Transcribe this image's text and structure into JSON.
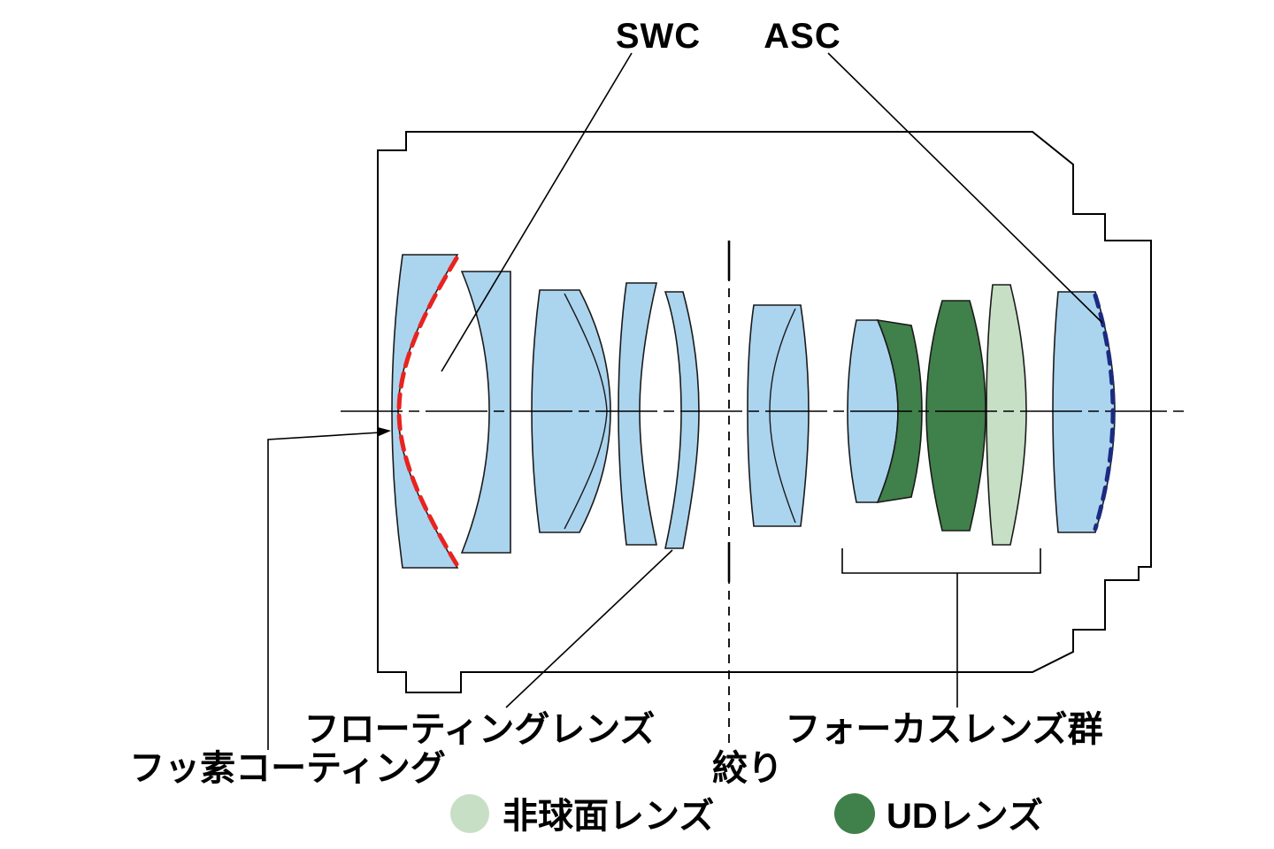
{
  "diagram": {
    "type": "lens-cross-section",
    "labels": {
      "swc": "SWC",
      "asc": "ASC",
      "floating_lens": "フローティングレンズ",
      "fluorine_coating": "フッ素コーティング",
      "aperture": "絞り",
      "focus_group": "フォーカスレンズ群"
    },
    "legend": {
      "aspherical_label": "非球面レンズ",
      "ud_label": "UDレンズ"
    },
    "colors": {
      "lens_blue": "#abd4ef",
      "ud_green": "#40804a",
      "aspherical_green": "#c7dfc5",
      "swc_red": "#e8231f",
      "asc_navy": "#1c2b80",
      "outline": "#000000"
    }
  }
}
